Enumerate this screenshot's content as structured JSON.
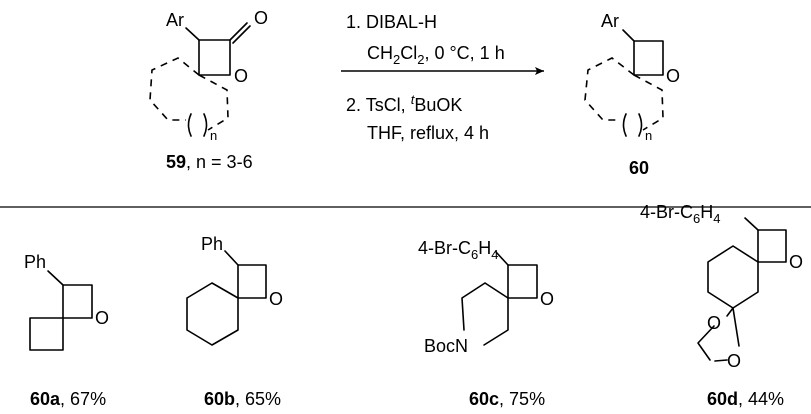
{
  "scheme": {
    "reactant": {
      "compound": "59",
      "condition": ", n = 3-6",
      "ar_label": "Ar",
      "o_label": "O",
      "n_label": "n"
    },
    "conditions": {
      "step1_reagent": "1. DIBAL-H",
      "step1_solvent_a": "CH",
      "step1_solvent_sub1": "2",
      "step1_solvent_b": "Cl",
      "step1_solvent_sub2": "2",
      "step1_detail": ", 0 °C, 1 h",
      "step2_a": "2. TsCl, ",
      "step2_t": "t",
      "step2_b": "BuOK",
      "step2_detail": "THF, reflux, 4 h"
    },
    "product": {
      "compound": "60",
      "ar_label": "Ar",
      "o_label": "O",
      "n_label": "n"
    }
  },
  "examples": [
    {
      "id": "60a",
      "yield": ", 67%",
      "substituent": "Ph",
      "o_label": "O"
    },
    {
      "id": "60b",
      "yield": ", 65%",
      "substituent": "Ph",
      "o_label": "O"
    },
    {
      "id": "60c",
      "yield": ", 75%",
      "substituent_a": "4-Br-C",
      "substituent_sub1": "6",
      "substituent_b": "H",
      "substituent_sub2": "4",
      "o_label": "O",
      "n_label": "BocN"
    },
    {
      "id": "60d",
      "yield": ", 44%",
      "substituent_a": "4-Br-C",
      "substituent_sub1": "6",
      "substituent_b": "H",
      "substituent_sub2": "4",
      "o_label": "O",
      "ketal_o1": "O",
      "ketal_o2": "O"
    }
  ]
}
